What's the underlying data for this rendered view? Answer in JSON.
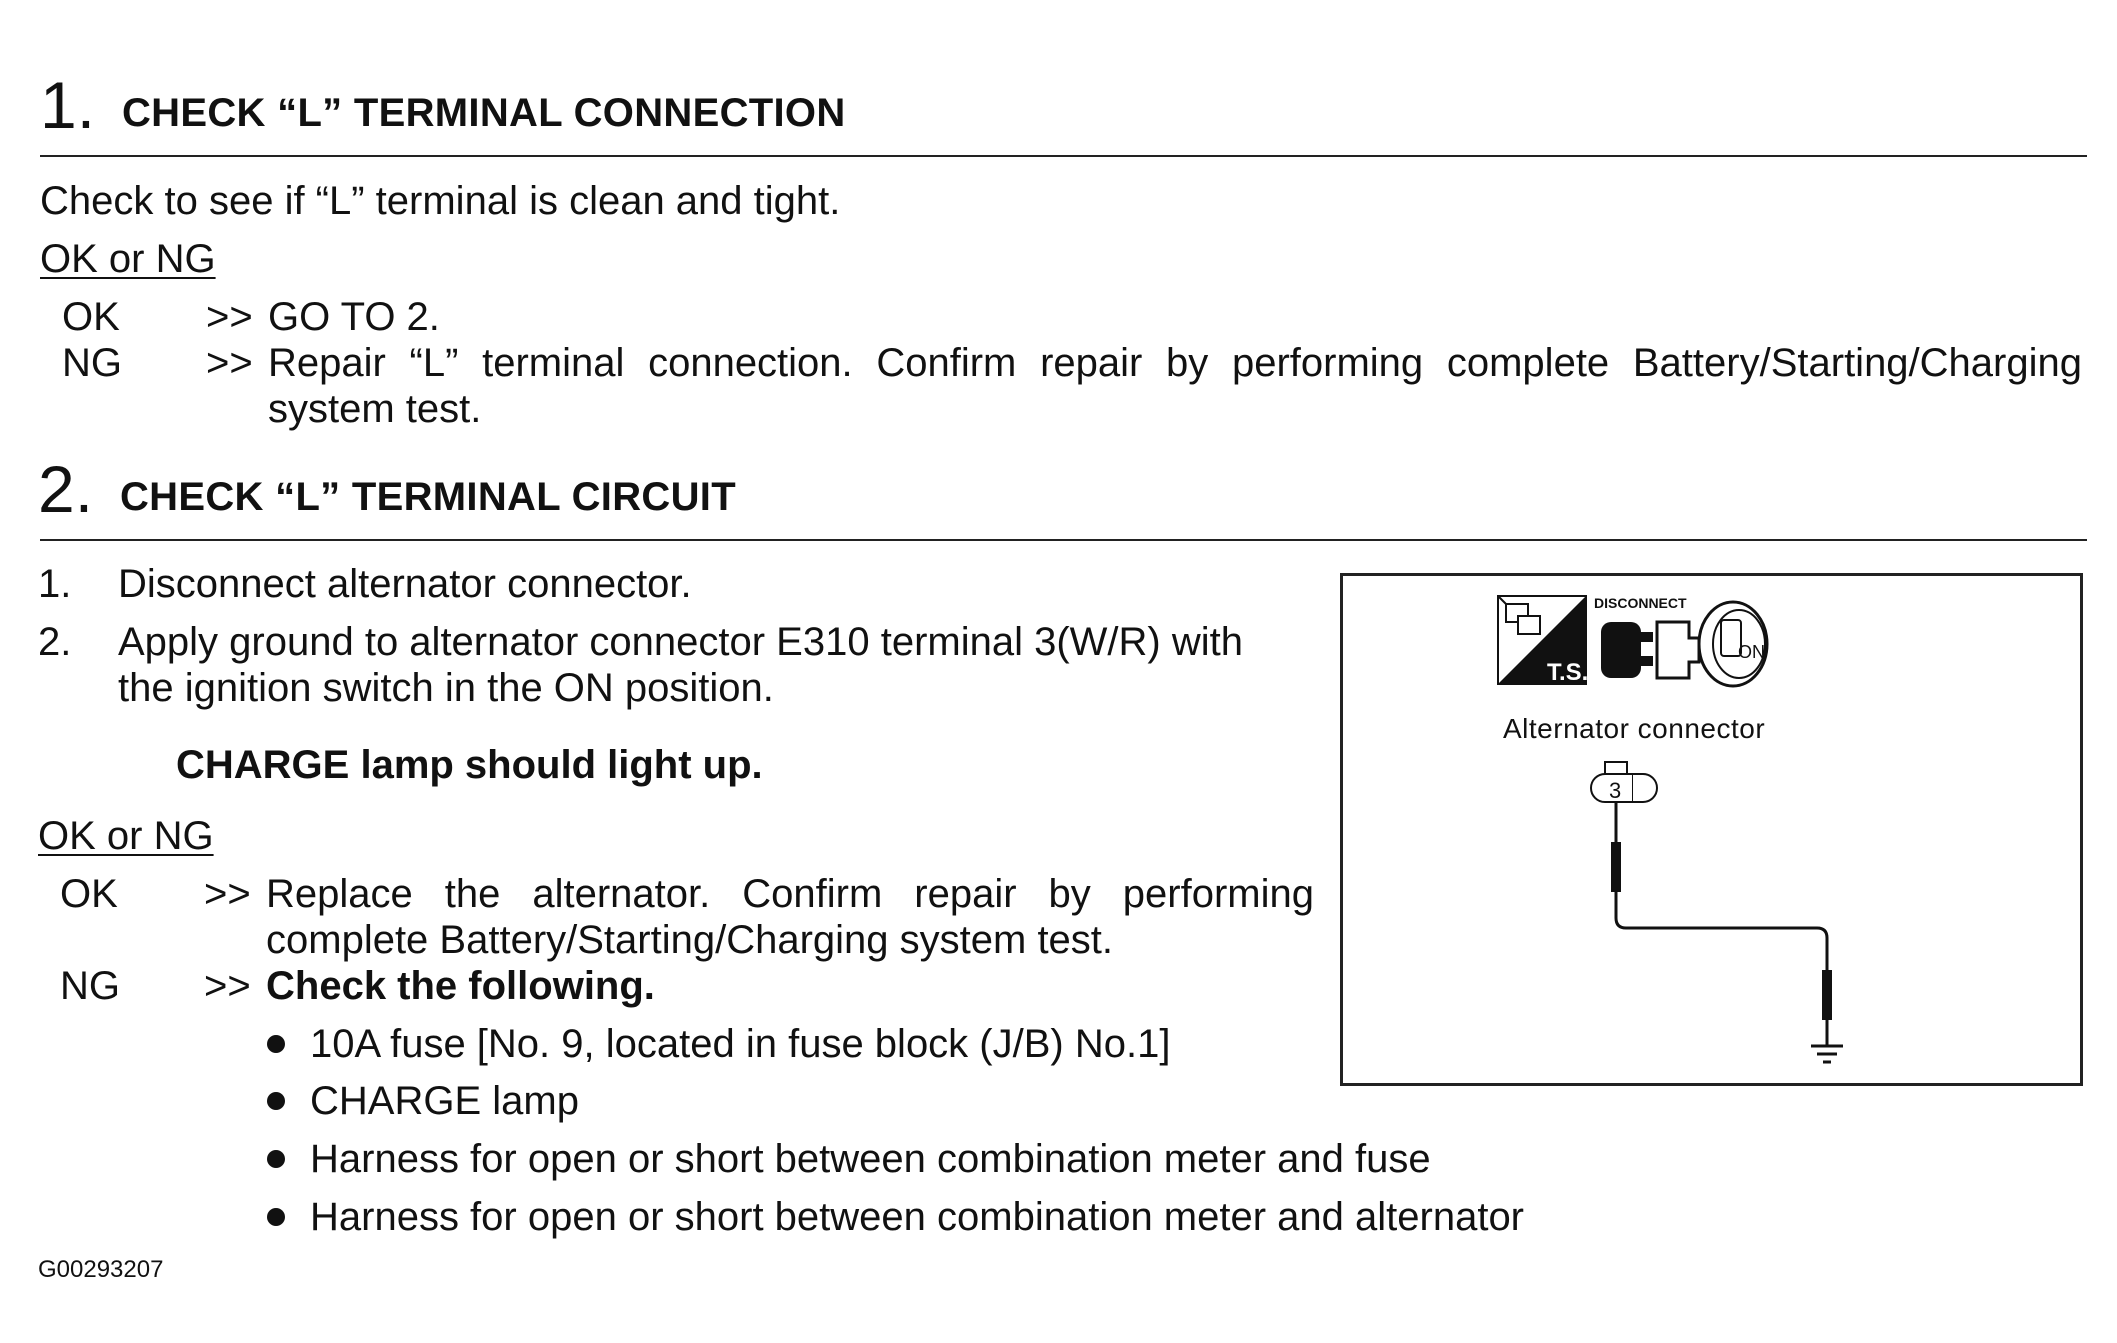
{
  "step1": {
    "number": "1.",
    "title": "CHECK “L” TERMINAL CONNECTION",
    "instruction": "Check to see if “L” terminal is clean and tight.",
    "ok_ng_heading": "OK or NG",
    "results": [
      {
        "code": "OK",
        "arrow": ">>",
        "text": "GO TO 2."
      },
      {
        "code": "NG",
        "arrow": ">>",
        "text": "Repair “L” terminal connection. Confirm repair by performing complete Battery/Starting/Charging",
        "text_cont": "system test."
      }
    ]
  },
  "step2": {
    "number": "2.",
    "title": "CHECK “L” TERMINAL CIRCUIT",
    "items": [
      {
        "num": "1.",
        "text": "Disconnect alternator connector."
      },
      {
        "num": "2.",
        "text": "Apply ground to alternator connector E310 terminal 3(W/R) with",
        "text_cont": "the ignition switch in the ON position."
      }
    ],
    "expected": "CHARGE lamp should light up.",
    "ok_ng_heading": "OK or NG",
    "ok": {
      "code": "OK",
      "arrow": ">>",
      "text": "Replace the alternator. Confirm repair by performing",
      "text_cont": "complete Battery/Starting/Charging system test."
    },
    "ng": {
      "code": "NG",
      "arrow": ">>",
      "text": "Check the following."
    },
    "checks": [
      "10A fuse [No. 9, located in fuse block (J/B) No.1]",
      "CHARGE lamp",
      "Harness for open or short between combination meter and fuse",
      "Harness for open or short between combination meter and alternator"
    ]
  },
  "figure": {
    "disconnect_label": "DISCONNECT",
    "ts_label": "T.S.",
    "on_label": "ON",
    "connector_label": "Alternator connector",
    "terminal_number": "3"
  },
  "figure_id": "G00293207"
}
